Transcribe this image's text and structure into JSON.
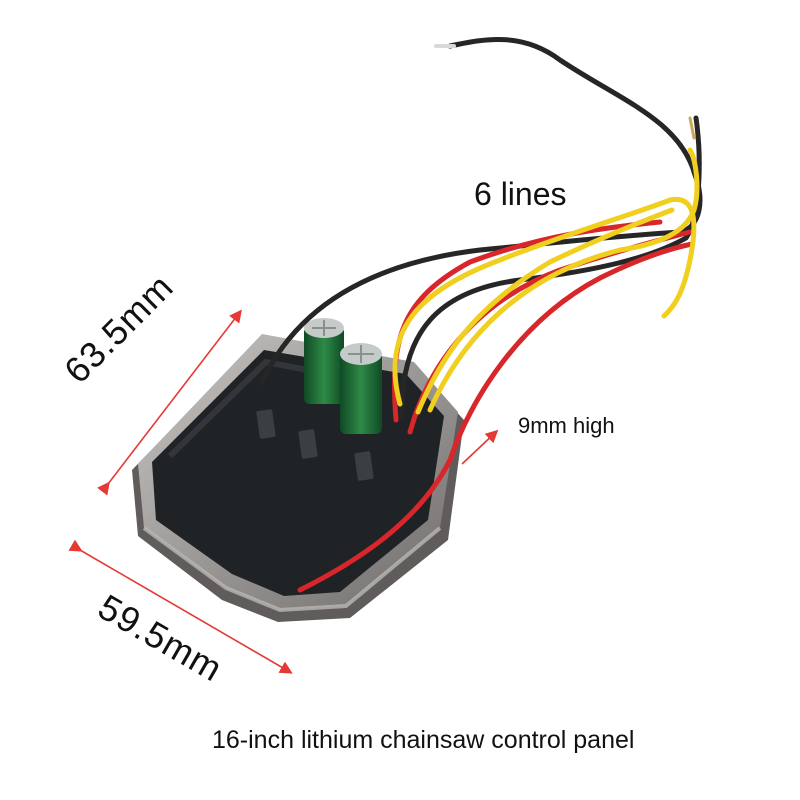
{
  "annotations": {
    "wire_count": "6 lines",
    "height": "9mm high",
    "length": "63.5mm",
    "width": "59.5mm"
  },
  "caption": "16-inch lithium chainsaw control panel",
  "colors": {
    "wire_red": "#d8262a",
    "wire_yellow": "#f1cf1f",
    "wire_black": "#262626",
    "housing_metal": "#9a9796",
    "potting": "#1f2326",
    "dimension_arrow": "#e53935"
  }
}
